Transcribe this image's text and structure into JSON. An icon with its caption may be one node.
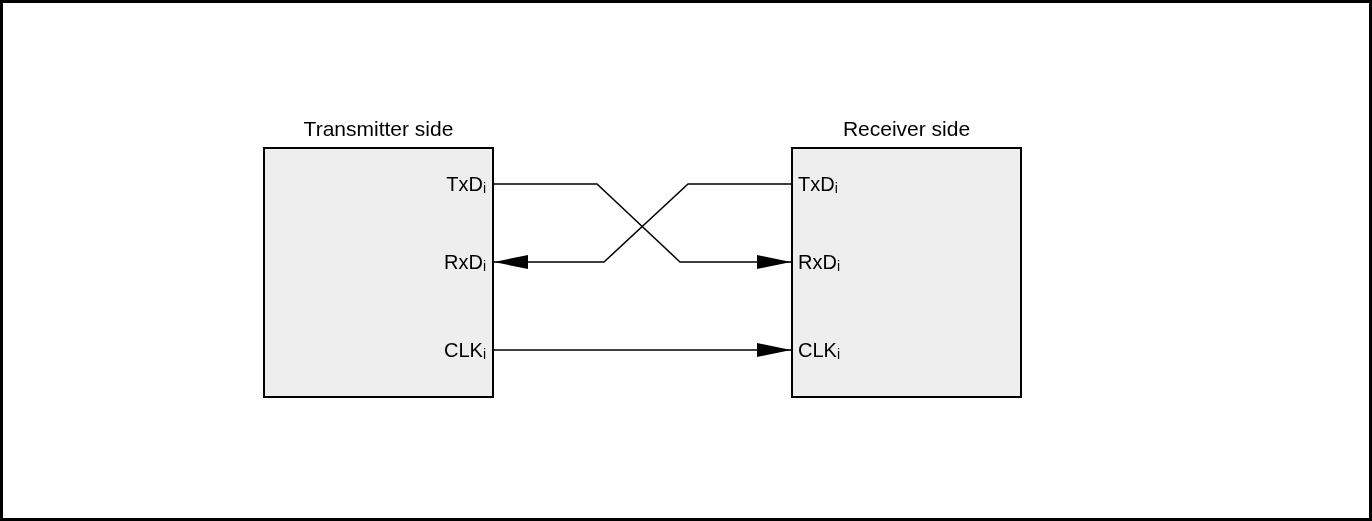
{
  "diagram": {
    "nodes": [
      {
        "text": [
          "Transmitter side"
        ]
      },
      {
        "text": [
          "TxD$_{i}$"
        ],
        "in": 0
      },
      {
        "text": [
          "RxD$_{i}$"
        ],
        "in": 0
      },
      {
        "text": [
          "CLK$_{i}$"
        ],
        "in": 0
      },
      {
        "text": [
          "Receiver side"
        ]
      },
      {
        "text": [
          "TxD$_{i}$"
        ],
        "in": 4
      },
      {
        "text": [
          "RxD$_{i}$"
        ],
        "in": 4
      },
      {
        "text": [
          "CLK$_{i}$"
        ],
        "in": 4
      }
    ],
    "edges": [
      {
        "from": 1,
        "to": 6,
        "arrow": "to"
      },
      {
        "from": 5,
        "to": 2,
        "arrow": "to"
      },
      {
        "from": 3,
        "to": 7,
        "arrow": "to"
      }
    ]
  }
}
